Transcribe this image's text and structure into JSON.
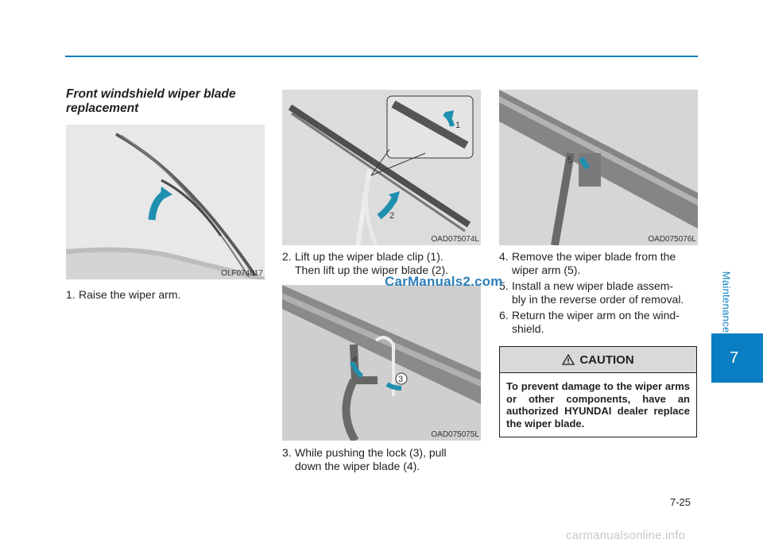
{
  "header": {
    "section_label": "Maintenance",
    "chapter_number": "7"
  },
  "section_title": "Front windshield wiper blade replacement",
  "figures": [
    {
      "code": "OLF074017",
      "callouts": []
    },
    {
      "code": "OAD075074L",
      "callouts": [
        "1",
        "2"
      ]
    },
    {
      "code": "OAD075075L",
      "callouts": [
        "4",
        "3"
      ]
    },
    {
      "code": "OAD075076L",
      "callouts": [
        "5"
      ]
    }
  ],
  "steps": [
    {
      "num": "1.",
      "line1": "Raise the wiper arm."
    },
    {
      "num": "2.",
      "line1": "Lift up the wiper blade clip (1).",
      "line2": "Then lift up the wiper blade (2)."
    },
    {
      "num": "3.",
      "line1": "While pushing the lock (3), pull",
      "line2": "down the wiper blade (4)."
    },
    {
      "num": "4.",
      "line1": "Remove the wiper blade from the",
      "line2": "wiper arm (5)."
    },
    {
      "num": "5.",
      "line1": "Install a new wiper blade assem-",
      "line2": "bly in the reverse order of removal."
    },
    {
      "num": "6.",
      "line1": "Return the wiper arm on the wind-",
      "line2": "shield."
    }
  ],
  "caution": {
    "title": "CAUTION",
    "text": "To prevent damage to the wiper arms or other components, have an authorized HYUNDAI dealer replace the wiper blade."
  },
  "watermark": "CarManuals2.com",
  "page_number": "7-25",
  "footer_url": "carmanualsonline.info",
  "colors": {
    "accent": "#0a7ec2",
    "arrow": "#1f8fb0",
    "caution_header": "#d9d9d9"
  }
}
